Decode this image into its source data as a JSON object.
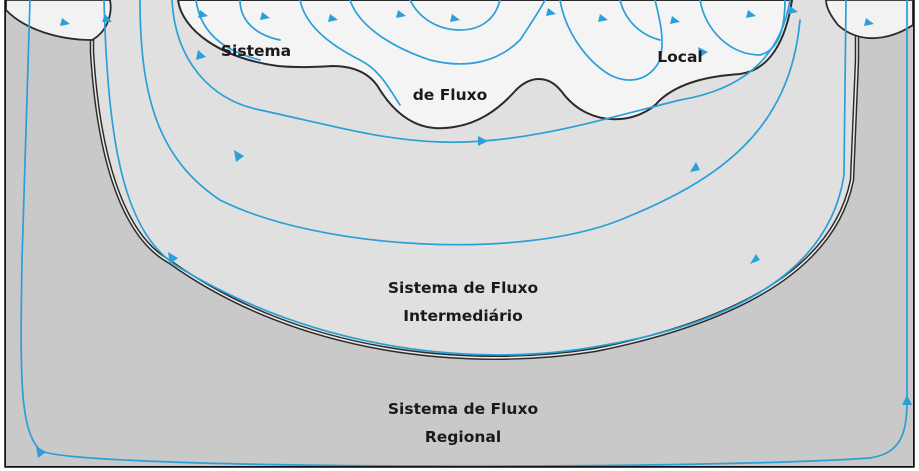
{
  "colors": {
    "regional_zone": "#c9c9c9",
    "intermediate_zone": "#e0e0e0",
    "local_zone": "#f4f4f4",
    "flow_lines": "#2a9fd8",
    "boundary": "#2b2b2b",
    "frame": "#111111"
  },
  "labels": {
    "local_word_1": "Sistema",
    "local_word_2": "de Fluxo",
    "local_word_3": "Local",
    "intermediate_line_1": "Sistema de Fluxo",
    "intermediate_line_2": "Intermediário",
    "regional_line_1": "Sistema de Fluxo",
    "regional_line_2": "Regional"
  }
}
